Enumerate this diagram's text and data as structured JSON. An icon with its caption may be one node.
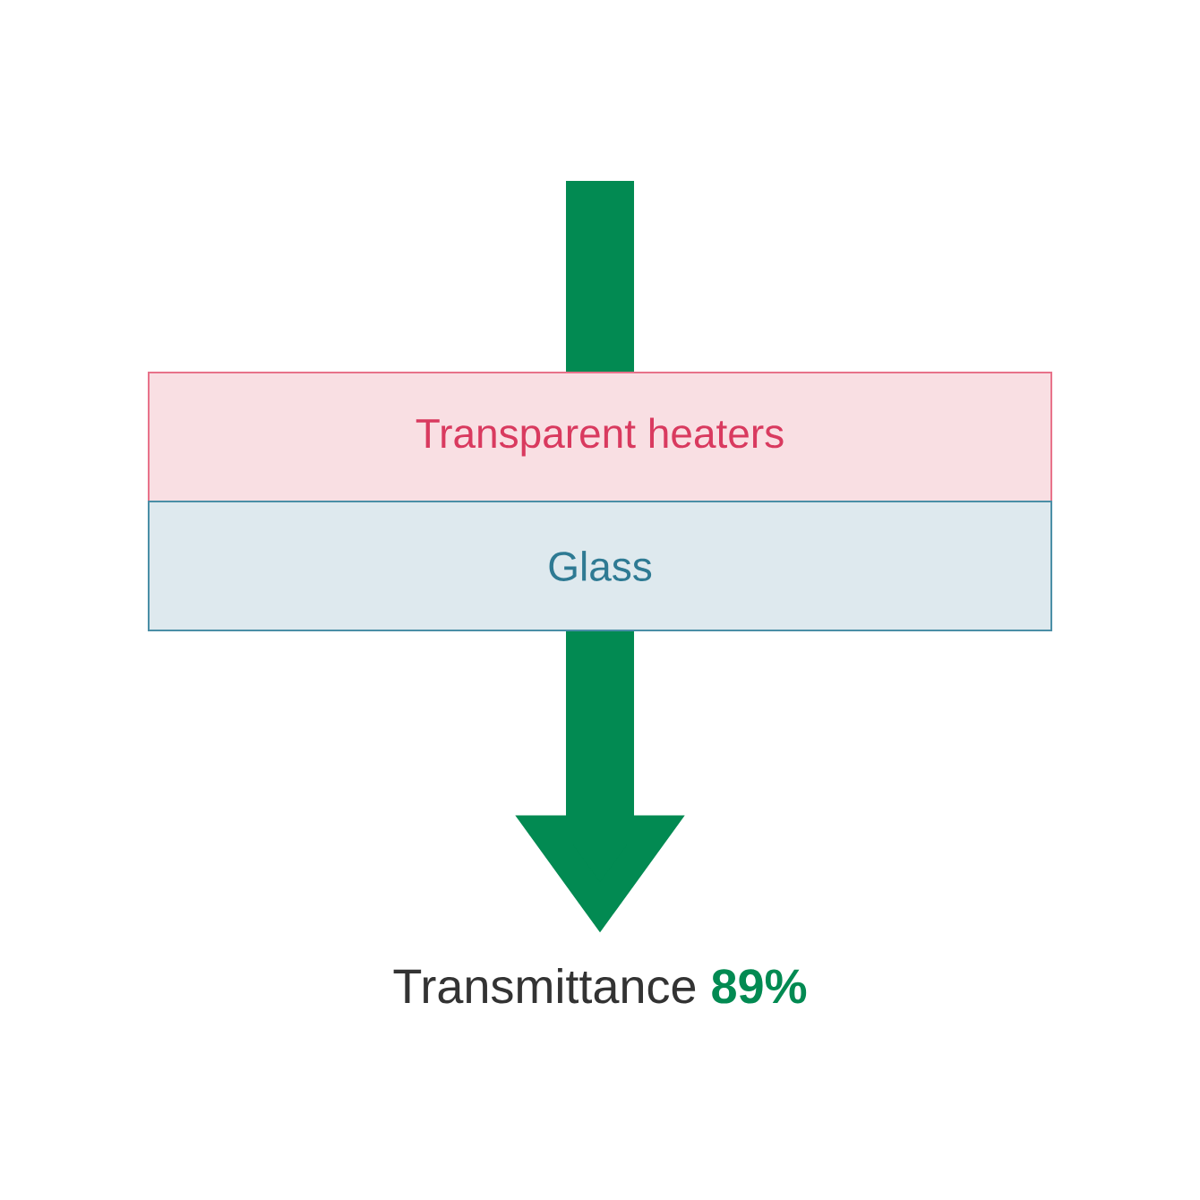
{
  "diagram": {
    "nodes": [
      {
        "text": [
          "Transparent heaters"
        ]
      },
      {
        "text": [
          "Glass"
        ]
      },
      {
        "text": [
          "Transmittance",
          "89%"
        ]
      }
    ],
    "edges": [
      {
        "from": null,
        "to": 0,
        "arrow": "none"
      },
      {
        "from": 1,
        "to": 2,
        "arrow": "to"
      }
    ]
  }
}
